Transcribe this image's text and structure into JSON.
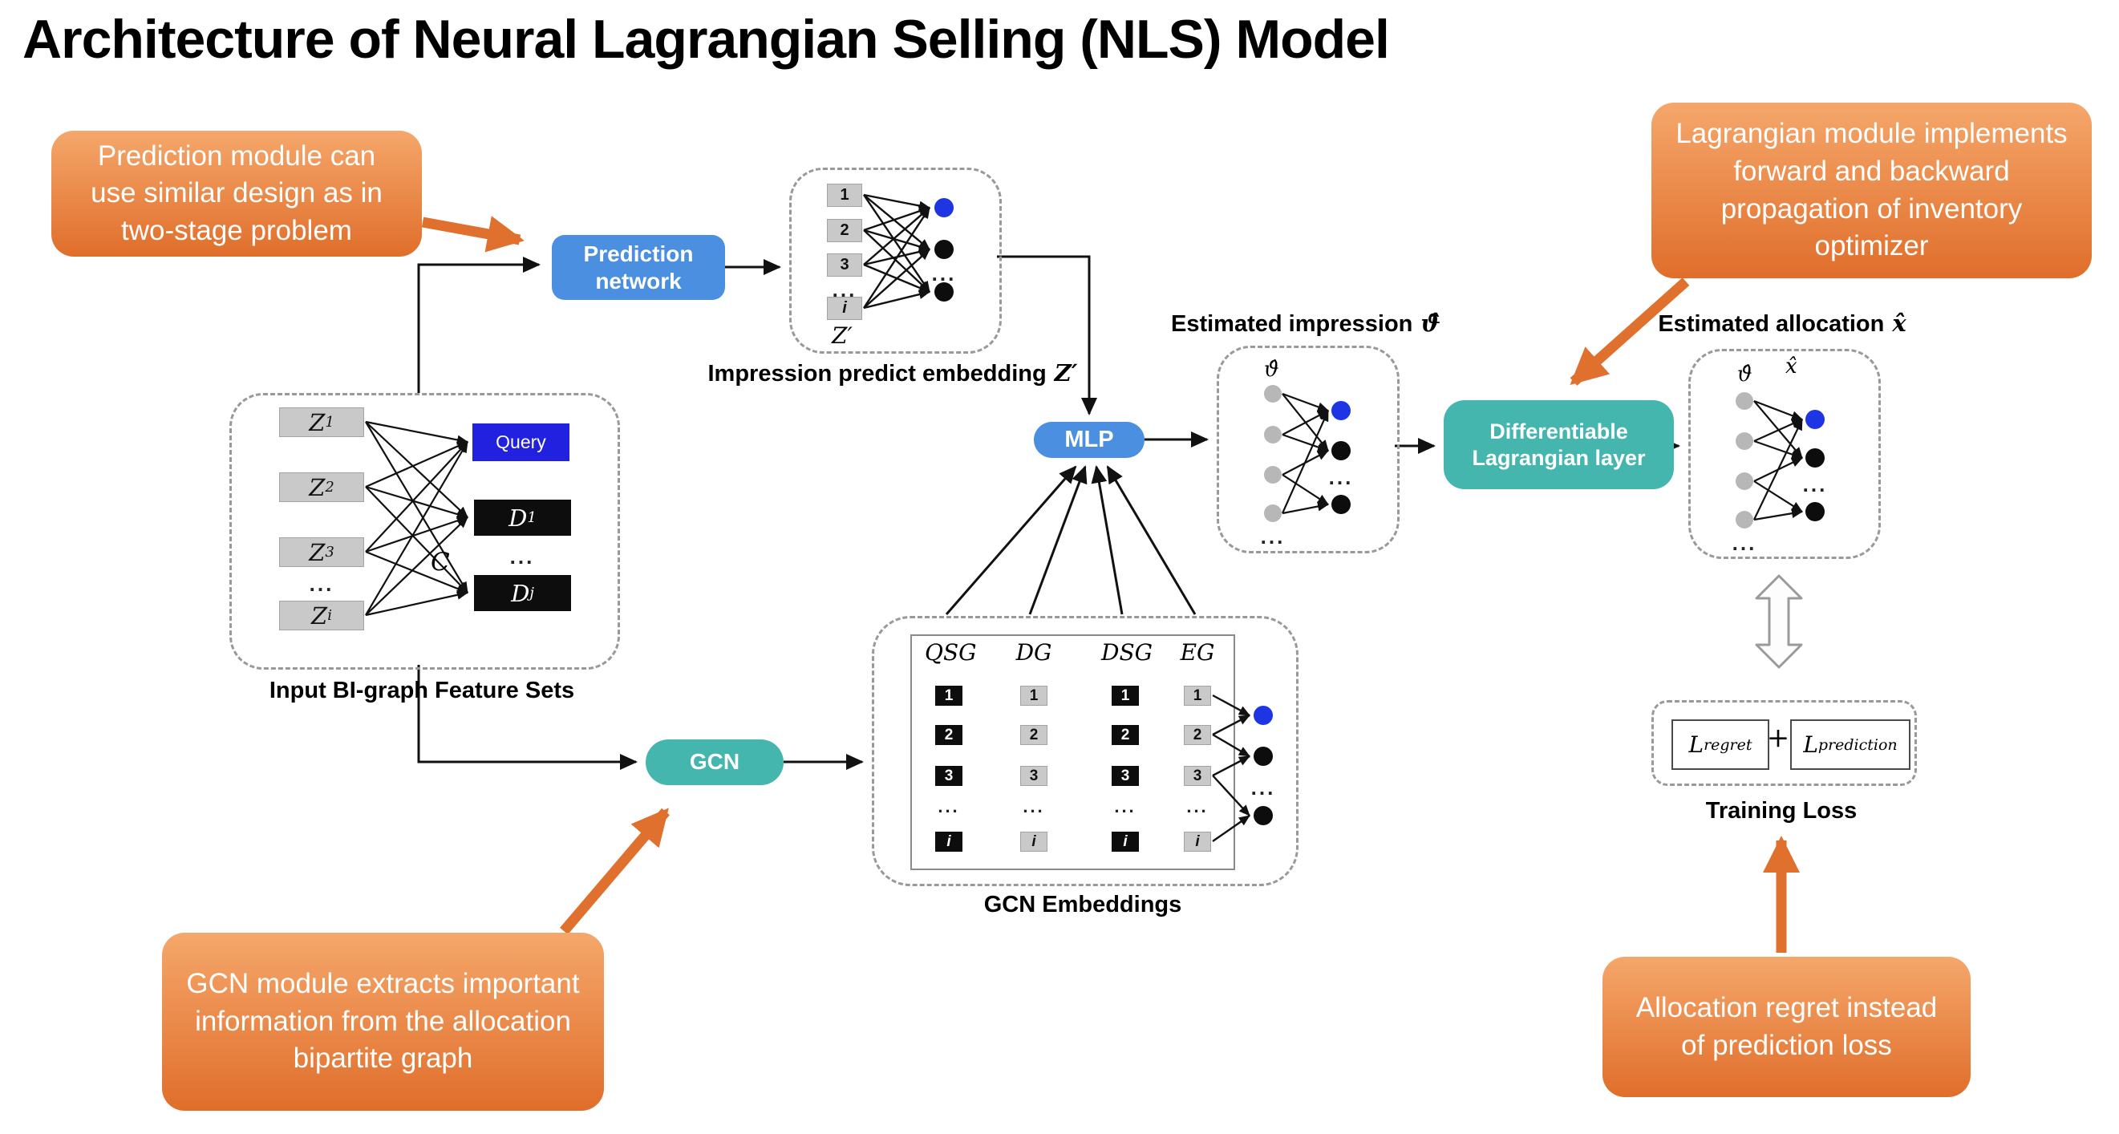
{
  "title": "Architecture of Neural Lagrangian Selling (NLS) Model",
  "ellipsis": "...",
  "callouts": {
    "top_left": "Prediction module can use similar design as in two-stage problem",
    "top_right": "Lagrangian module implements forward and backward propagation of inventory optimizer",
    "bottom_left": "GCN module extracts important information from the allocation bipartite graph",
    "bottom_right": "Allocation regret instead of prediction loss"
  },
  "boxes": {
    "prediction_network": "Prediction network",
    "mlp": "MLP",
    "gcn": "GCN",
    "lagrangian": "Differentiable Lagrangian layer"
  },
  "impression_embedding": {
    "nodes": [
      "1",
      "2",
      "3",
      "i"
    ],
    "z_label": "Z′",
    "caption": "Impression predict embedding",
    "caption_math": "Z′"
  },
  "input_bigraph": {
    "z_nodes": [
      {
        "base": "Z",
        "sub": "1"
      },
      {
        "base": "Z",
        "sub": "2"
      },
      {
        "base": "Z",
        "sub": "3"
      },
      {
        "base": "Z",
        "sub": "i"
      }
    ],
    "c_label": "C",
    "query_label": "Query",
    "d_nodes": [
      {
        "base": "D",
        "sub": "1"
      },
      {
        "base": "D",
        "sub": "j"
      }
    ],
    "caption": "Input BI-graph Feature Sets"
  },
  "estimated_impression": {
    "title": "Estimated impression",
    "title_math": "ϑ̂",
    "inner_label": "ϑ̂"
  },
  "estimated_allocation": {
    "title": "Estimated allocation",
    "title_math": "x̂",
    "theta_label": "ϑ̂",
    "x_label": "x̂"
  },
  "gcn_embeddings": {
    "columns": [
      {
        "header": "QSG"
      },
      {
        "header": "DG"
      },
      {
        "header": "DSG"
      },
      {
        "header": "EG"
      }
    ],
    "rows": [
      "1",
      "2",
      "3",
      "i"
    ],
    "caption": "GCN Embeddings"
  },
  "training_loss": {
    "term1": {
      "base": "L",
      "sub": "regret"
    },
    "plus": "+",
    "term2": {
      "base": "L",
      "sub": "prediction"
    },
    "caption": "Training Loss"
  },
  "colors": {
    "callout_top": "#F5A76B",
    "callout_bottom": "#E06E2B",
    "blue_box": "#4A8FE0",
    "query_blue": "#2121DF",
    "teal_box": "#44B6AE",
    "node_blue": "#1D35E3",
    "node_black": "#0D0D0D",
    "node_gray": "#B7B7B7",
    "cell_gray": "#C9C9C9",
    "orange_arrow": "#E0702E",
    "line_black": "#111111"
  }
}
